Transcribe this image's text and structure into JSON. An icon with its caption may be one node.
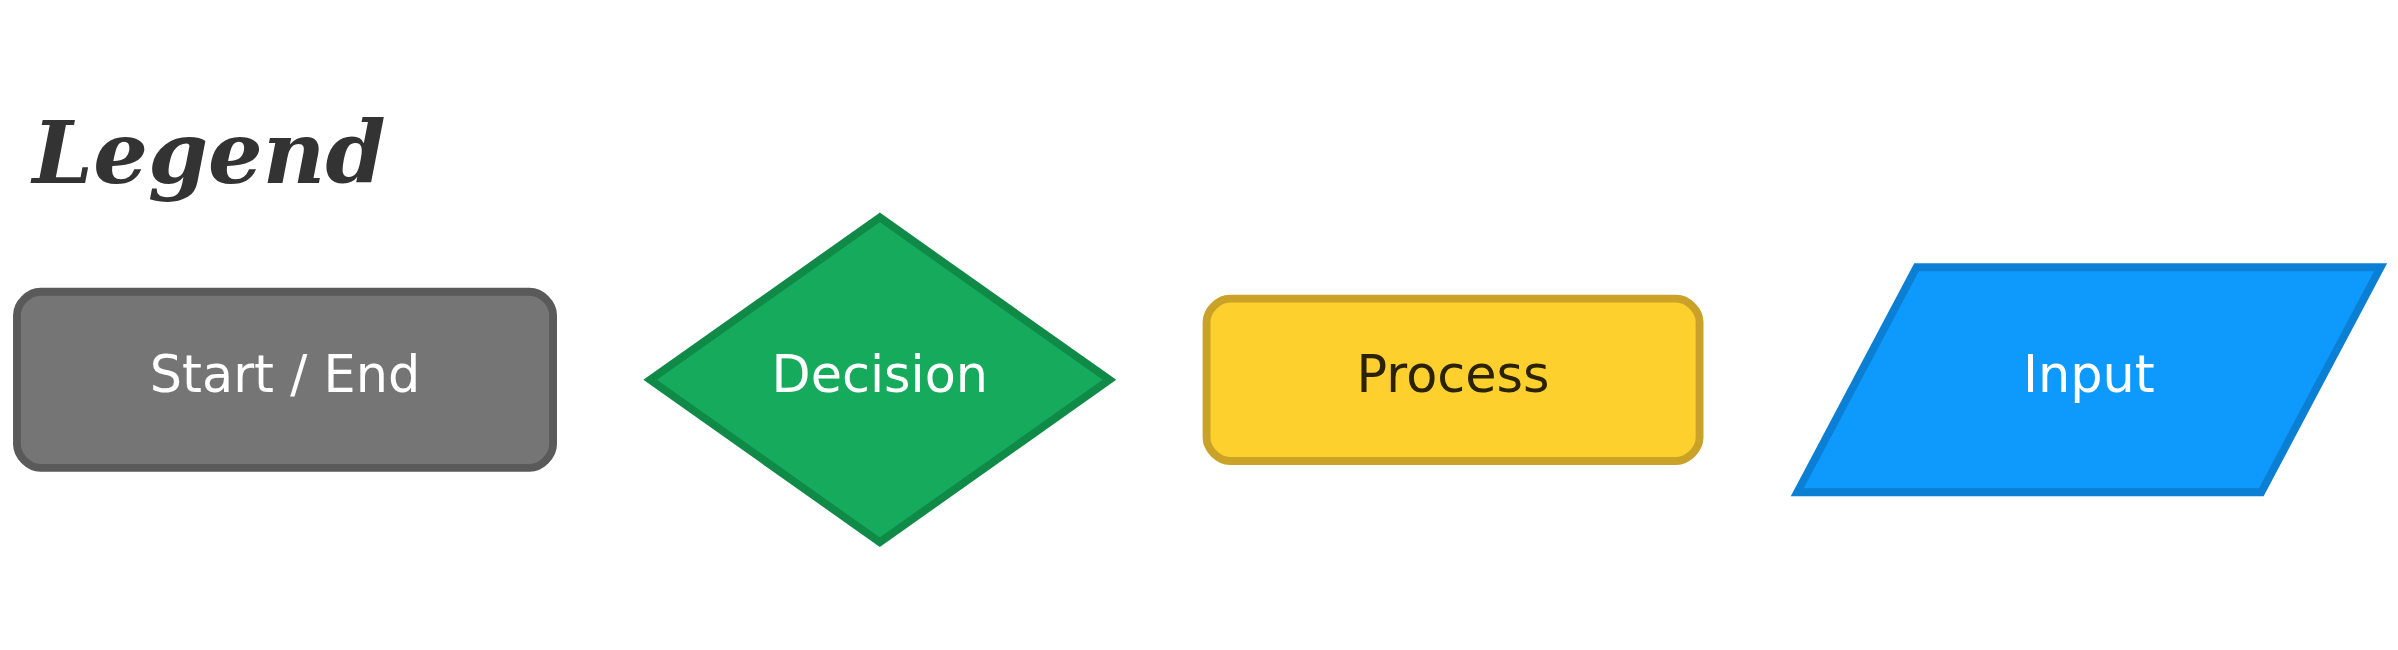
{
  "diagram": {
    "title": "Legend",
    "nodes": [
      {
        "text": [
          "Start / End"
        ]
      },
      {
        "text": [
          "Decision"
        ]
      },
      {
        "text": [
          "Process"
        ]
      },
      {
        "text": [
          "Input"
        ]
      }
    ]
  }
}
